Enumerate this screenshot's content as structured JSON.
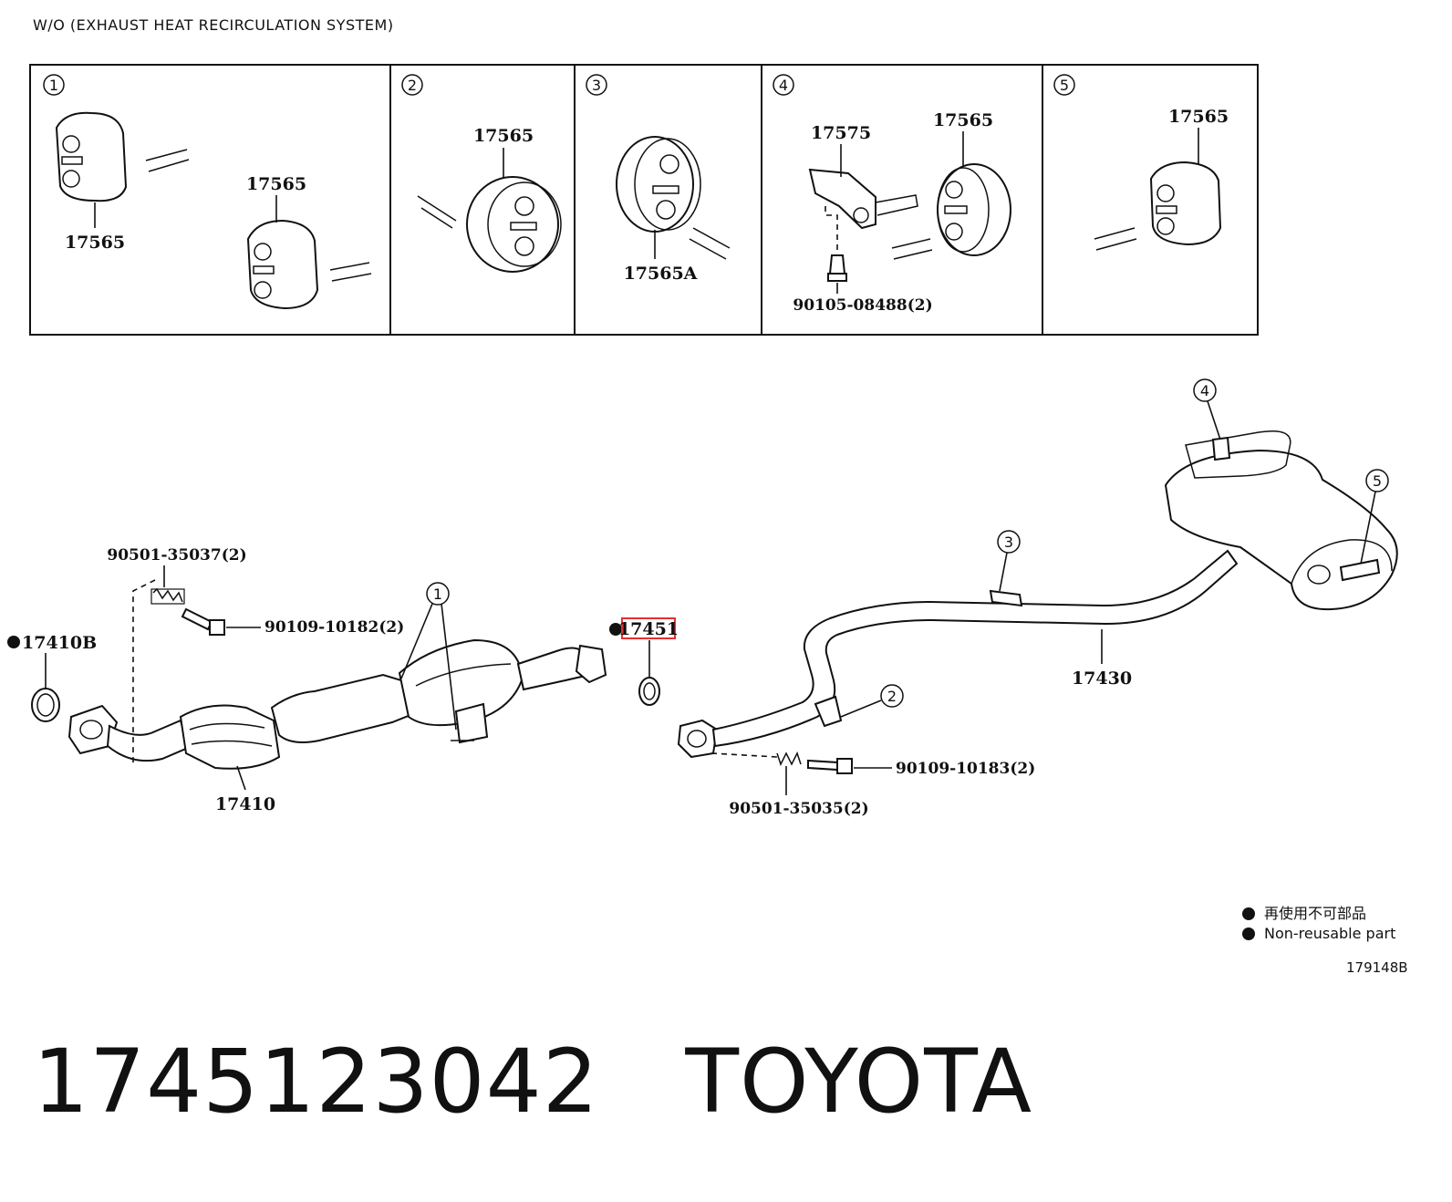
{
  "caption": "W/O (EXHAUST HEAT RECIRCULATION SYSTEM)",
  "panels": [
    {
      "number": "1",
      "labels": [
        "17565",
        "17565"
      ]
    },
    {
      "number": "2",
      "labels": [
        "17565"
      ]
    },
    {
      "number": "3",
      "labels": [
        "17565A"
      ]
    },
    {
      "number": "4",
      "labels": [
        "17575",
        "17565",
        "90105-08488(2)"
      ]
    },
    {
      "number": "5",
      "labels": [
        "17565"
      ]
    }
  ],
  "main_labels": {
    "bolt_left": "90501-35037(2)",
    "bolt_left_2": "90109-10182(2)",
    "gasket_front": "17410B",
    "front_pipe": "17410",
    "gasket_center": "17451",
    "tail_pipe": "17430",
    "bolt_right": "90109-10183(2)",
    "spring_right": "90501-35035(2)"
  },
  "callouts": [
    "1",
    "2",
    "3",
    "4",
    "5"
  ],
  "legend": {
    "line1": "再使用不可部品",
    "line2": "Non-reusable part"
  },
  "diagram_code": "179148B",
  "footer": {
    "part_number": "1745123042",
    "brand": "TOYOTA"
  },
  "colors": {
    "highlight": "#e53030",
    "ink": "#111111"
  }
}
